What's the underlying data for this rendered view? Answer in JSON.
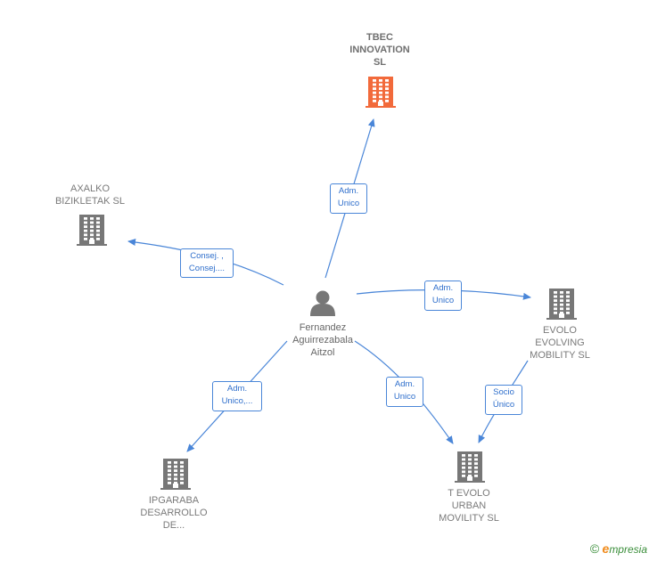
{
  "colors": {
    "edge": "#4a86d8",
    "company": "#777777",
    "focus_company": "#f26a3b",
    "person": "#777777"
  },
  "nodes": [
    {
      "id": "tbec",
      "label": "TBEC\nINNOVATION\nSL",
      "icon": "building-icon",
      "focus": true
    },
    {
      "id": "axalko",
      "label": "AXALKO\nBIZIKLETAK  SL",
      "icon": "building-icon"
    },
    {
      "id": "evolo",
      "label": "EVOLO\nEVOLVING\nMOBILITY SL",
      "icon": "building-icon"
    },
    {
      "id": "person",
      "label": "Fernandez\nAguirrezabala\nAitzol",
      "icon": "person-icon"
    },
    {
      "id": "ipgaraba",
      "label": "IPGARABA\nDESARROLLO\nDE...",
      "icon": "building-icon"
    },
    {
      "id": "tevolo",
      "label": "T EVOLO\nURBAN\nMOVILITY SL",
      "icon": "building-icon"
    }
  ],
  "edges": [
    {
      "from": "person",
      "to": "tbec",
      "label": "Adm.\nUnico"
    },
    {
      "from": "person",
      "to": "axalko",
      "label": "Consej. ,\nConsej...."
    },
    {
      "from": "person",
      "to": "evolo",
      "label": "Adm.\nUnico"
    },
    {
      "from": "person",
      "to": "ipgaraba",
      "label": "Adm.\nUnico,..."
    },
    {
      "from": "person",
      "to": "tevolo",
      "label": "Adm.\nUnico"
    },
    {
      "from": "evolo",
      "to": "tevolo",
      "label": "Socio\nÚnico"
    }
  ],
  "brand": {
    "copyright": "©",
    "initial": "e",
    "rest": "mpresia"
  }
}
